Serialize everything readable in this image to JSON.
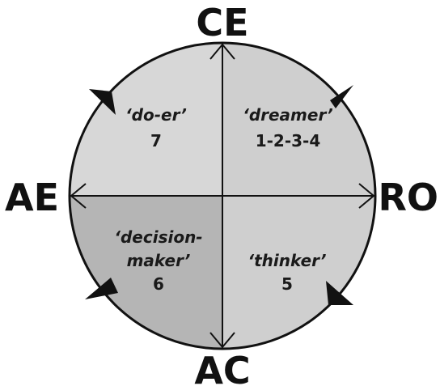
{
  "axes": {
    "top": "CE",
    "bottom": "AC",
    "left": "AE",
    "right": "RO"
  },
  "quadrants": {
    "top_left": {
      "role": "‘do-er’",
      "number": "7",
      "fill": "#d7d7d7"
    },
    "top_right": {
      "role": "‘dreamer’",
      "number": "1-2-3-4",
      "fill": "#cfcfcf"
    },
    "bottom_left": {
      "role_line1": "‘decision-",
      "role_line2": "maker’",
      "number": "6",
      "fill": "#b5b5b5"
    },
    "bottom_right": {
      "role": "‘thinker’",
      "number": "5",
      "fill": "#cfcfcf"
    }
  },
  "colors": {
    "outline": "#111111",
    "arrow": "#111111"
  },
  "icons": [
    "direction-arrow-icon",
    "axis-arrowhead-icon"
  ]
}
